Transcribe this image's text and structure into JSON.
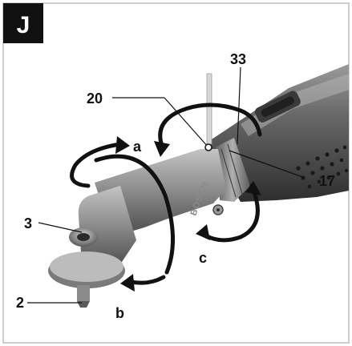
{
  "figure_label": "J",
  "brand_mark": "BOSCH",
  "part_labels": {
    "p33": "33",
    "p20": "20",
    "p17": "17",
    "p3": "3",
    "p2": "2"
  },
  "rotation_labels": {
    "a": "a",
    "b": "b",
    "c": "c"
  },
  "colors": {
    "tool_body": "#6e6e6e",
    "tool_dark": "#3c3c3c",
    "tool_light": "#a8a8a8",
    "arrow": "#111111",
    "badge": "#111111"
  }
}
